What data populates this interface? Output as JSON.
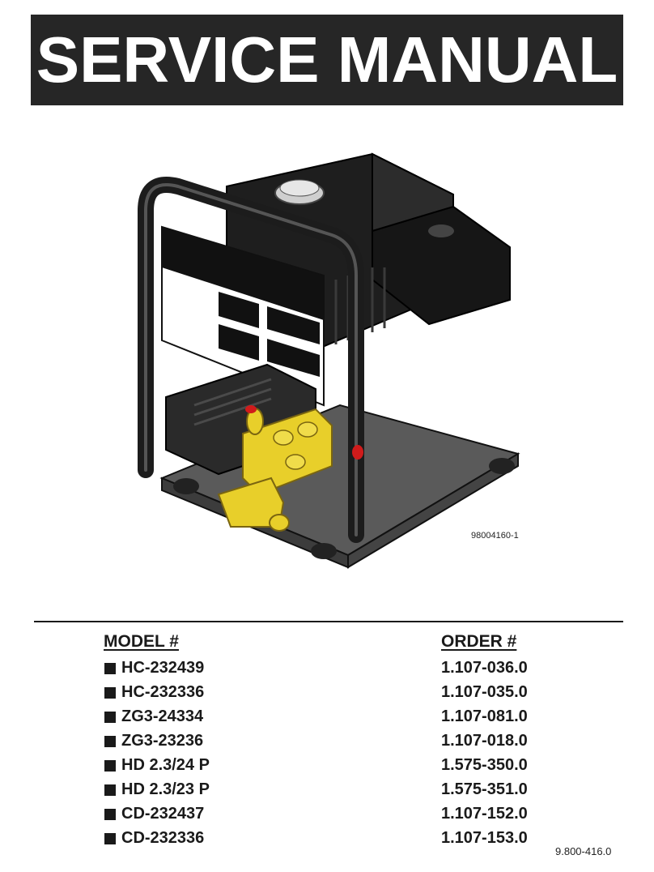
{
  "header": {
    "title": "SERVICE MANUAL"
  },
  "illustration": {
    "caption_code": "98004160-1",
    "subject": "pressure-washer-illustration"
  },
  "table": {
    "model_header": "MODEL #",
    "order_header": "ORDER #",
    "rows": [
      {
        "model": "HC-232439",
        "order": "1.107-036.0"
      },
      {
        "model": "HC-232336",
        "order": "1.107-035.0"
      },
      {
        "model": "ZG3-24334",
        "order": "1.107-081.0"
      },
      {
        "model": "ZG3-23236",
        "order": "1.107-018.0"
      },
      {
        "model": "HD 2.3/24 P",
        "order": "1.575-350.0"
      },
      {
        "model": "HD 2.3/23 P",
        "order": "1.575-351.0"
      },
      {
        "model": "CD-232437",
        "order": "1.107-152.0"
      },
      {
        "model": "CD-232336",
        "order": "1.107-153.0"
      }
    ]
  },
  "footer": {
    "document_number": "9.800-416.0"
  },
  "colors": {
    "banner": "#262626",
    "pump_brass": "#e8cf2a",
    "engine_black": "#1e1e1e",
    "base_gray": "#5a5a5a"
  }
}
